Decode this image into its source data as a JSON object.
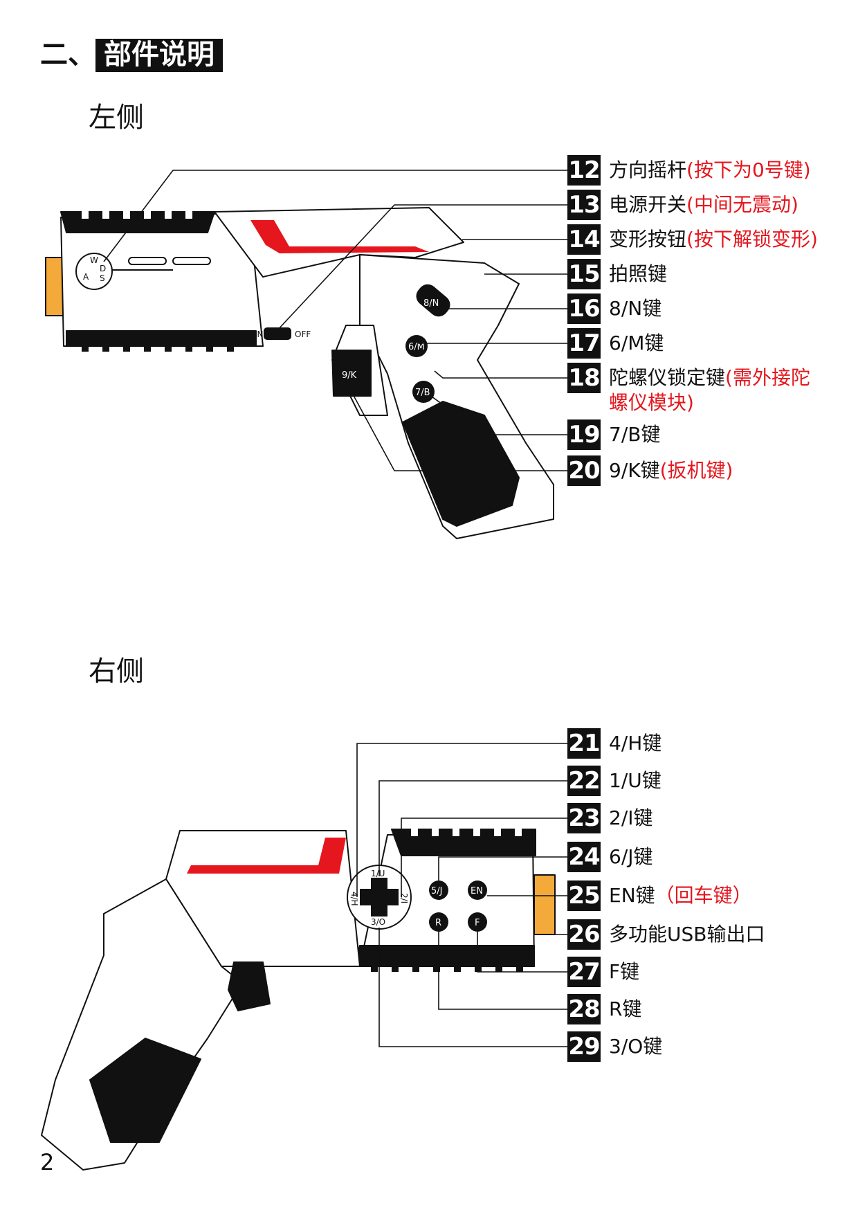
{
  "section": {
    "prefix": "二、",
    "title": "部件说明"
  },
  "left_side": {
    "title": "左侧",
    "callouts": [
      {
        "num": "12",
        "label": "方向摇杆",
        "note": "(按下为0号键)"
      },
      {
        "num": "13",
        "label": "电源开关",
        "note": "(中间无震动)"
      },
      {
        "num": "14",
        "label": "变形按钮",
        "note": "(按下解锁变形)"
      },
      {
        "num": "15",
        "label": "拍照键",
        "note": ""
      },
      {
        "num": "16",
        "label": "8/N键",
        "note": ""
      },
      {
        "num": "17",
        "label": "6/M键",
        "note": ""
      },
      {
        "num": "18",
        "label": "陀螺仪锁定键",
        "note": "(需外接陀",
        "note_line2": "螺仪模块)"
      },
      {
        "num": "19",
        "label": "7/B键",
        "note": ""
      },
      {
        "num": "20",
        "label": "9/K键",
        "note": "(扳机键)"
      }
    ],
    "part_labels": {
      "joystick": [
        "W",
        "D",
        "S",
        "A"
      ],
      "switch_on": "ON",
      "switch_off": "OFF",
      "btn_8n": "8/N",
      "btn_6m": "6/M",
      "btn_7b": "7/B",
      "btn_9k": "9/K"
    }
  },
  "right_side": {
    "title": "右侧",
    "callouts": [
      {
        "num": "21",
        "label": "4/H键",
        "note": ""
      },
      {
        "num": "22",
        "label": "1/U键",
        "note": ""
      },
      {
        "num": "23",
        "label": "2/I键",
        "note": ""
      },
      {
        "num": "24",
        "label": "6/J键",
        "note": ""
      },
      {
        "num": "25",
        "label": "EN键",
        "note": "（回车键）"
      },
      {
        "num": "26",
        "label": "多功能USB输出口",
        "note": ""
      },
      {
        "num": "27",
        "label": "F键",
        "note": ""
      },
      {
        "num": "28",
        "label": "R键",
        "note": ""
      },
      {
        "num": "29",
        "label": "3/O键",
        "note": ""
      }
    ],
    "part_labels": {
      "dpad_up": "1/U",
      "dpad_left": "4/H",
      "dpad_right": "2/I",
      "dpad_down": "3/O",
      "btn_5j": "5/J",
      "btn_en": "EN",
      "btn_r": "R",
      "btn_f": "F"
    }
  },
  "page_number": "2",
  "colors": {
    "accent_red": "#e5161d",
    "orange": "#f4a93b",
    "black": "#111111"
  }
}
